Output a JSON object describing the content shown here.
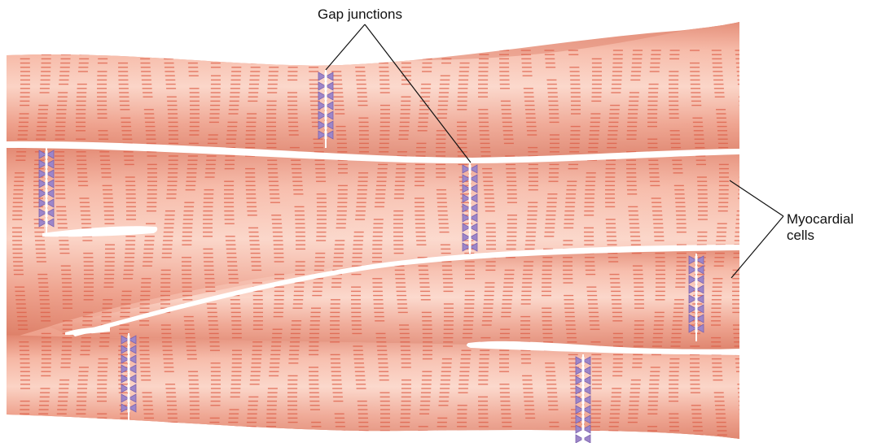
{
  "labels": {
    "gap_junctions": "Gap junctions",
    "myocardial_line1": "Myocardial",
    "myocardial_line2": "cells"
  },
  "colors": {
    "background": "#ffffff",
    "cell_fill": "#ec9b85",
    "cell_highlight": "#fbd3c5",
    "cell_shadow": "#dc7c64",
    "striation": "#dd5d46",
    "gap_junction": "#9d86c9",
    "gap_junction_dark": "#7b62ad",
    "cell_border": "#ffffff",
    "leader_line": "#111111"
  },
  "icons": {
    "gap_junction": "gap-junction-icon"
  }
}
